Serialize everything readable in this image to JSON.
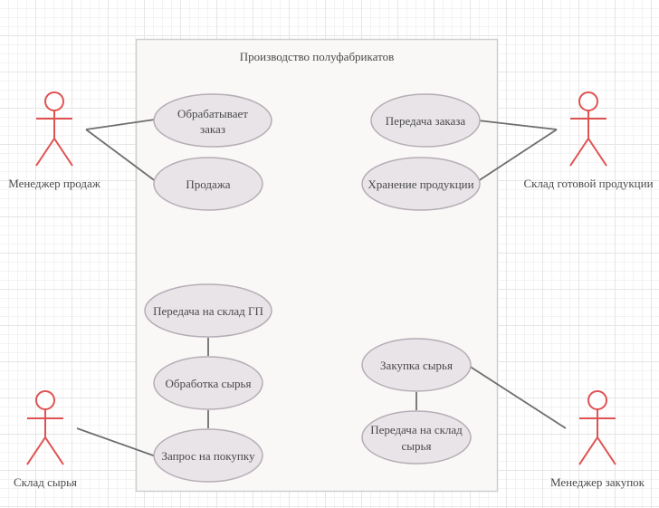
{
  "system": {
    "title": "Производство полуфабрикатов"
  },
  "actors": {
    "sales_manager": "Менеджер продаж",
    "finished_goods_warehouse": "Склад готовой продукции",
    "raw_materials_warehouse": "Склад сырья",
    "purchasing_manager": "Менеджер закупок"
  },
  "use_cases": {
    "process_order": [
      "Обрабатывает",
      "заказ"
    ],
    "sale": "Продажа",
    "order_transfer": "Передача заказа",
    "product_storage": "Хранение продукции",
    "transfer_to_fg": "Передача на склад ГП",
    "raw_processing": "Обработка сырья",
    "purchase_request": "Запрос на покупку",
    "raw_purchase": "Закупка сырья",
    "transfer_raw": [
      "Передача на склад",
      "сырья"
    ]
  },
  "colors": {
    "actor": "#e05252",
    "use_case_fill": "#e8e4e8",
    "use_case_stroke": "#b5adb5",
    "boundary_fill": "#f9f8f6",
    "boundary_stroke": "#cfcfcf",
    "link": "#6e6e6e"
  }
}
